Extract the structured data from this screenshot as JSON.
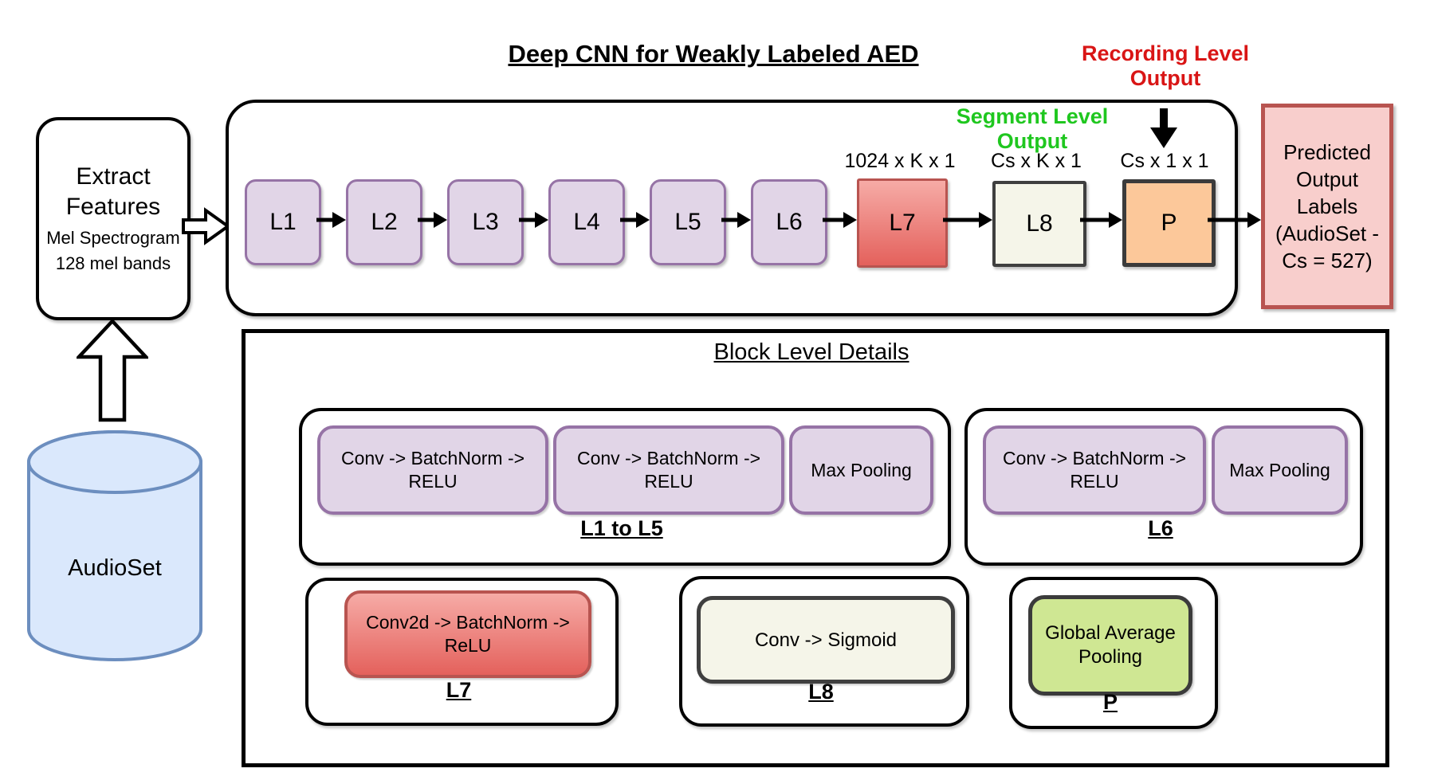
{
  "title": "Deep CNN for Weakly Labeled AED",
  "extract": {
    "line1": "Extract",
    "line2": "Features",
    "sub1": "Mel Spectrogram",
    "sub2": "128 mel bands"
  },
  "audioset": {
    "label": "AudioSet"
  },
  "pipeline": {
    "layers": [
      {
        "label": "L1"
      },
      {
        "label": "L2"
      },
      {
        "label": "L3"
      },
      {
        "label": "L4"
      },
      {
        "label": "L5"
      },
      {
        "label": "L6"
      },
      {
        "label": "L7",
        "dim": "1024 x K x 1"
      },
      {
        "label": "L8",
        "dim": "Cs x K x 1"
      },
      {
        "label": "P",
        "dim": "Cs x 1 x 1"
      }
    ],
    "annotations": {
      "segment": {
        "lines": [
          "Segment Level",
          "Output"
        ],
        "color": "#1fc71f"
      },
      "recording": {
        "lines": [
          "Recording Level",
          "Output"
        ],
        "color": "#d91515"
      }
    }
  },
  "predicted": {
    "lines": [
      "Predicted",
      "Output",
      "Labels",
      "(AudioSet -",
      "Cs = 527)"
    ]
  },
  "block_details": {
    "title": "Block Level Details",
    "groups": [
      {
        "label": "L1 to L5",
        "chips": [
          {
            "lines": [
              "Conv -> BatchNorm ->",
              "RELU"
            ]
          },
          {
            "lines": [
              "Conv -> BatchNorm ->",
              "RELU"
            ]
          },
          {
            "lines": [
              "Max Pooling"
            ]
          }
        ]
      },
      {
        "label": "L6",
        "chips": [
          {
            "lines": [
              "Conv -> BatchNorm ->",
              "RELU"
            ]
          },
          {
            "lines": [
              "Max Pooling"
            ]
          }
        ]
      },
      {
        "label": "L7",
        "chips": [
          {
            "lines": [
              "Conv2d -> BatchNorm ->",
              "ReLU"
            ]
          }
        ]
      },
      {
        "label": "L8",
        "chips": [
          {
            "lines": [
              "Conv -> Sigmoid"
            ]
          }
        ]
      },
      {
        "label": "P",
        "chips": [
          {
            "lines": [
              "Global Average",
              "Pooling"
            ]
          }
        ]
      }
    ]
  },
  "colors": {
    "purple_fill": "#e1d5e7",
    "purple_border": "#9673a6",
    "blue_fill": "#dae8fc",
    "blue_border": "#6c8ebf",
    "red_fill_top": "#f6aba6",
    "red_fill_bottom": "#e4615c",
    "red_border": "#b85450",
    "cream_fill": "#f5f5e9",
    "orange_fill": "#fcc89a",
    "pink_fill": "#f8cecc",
    "green_chip_fill": "#cfe793",
    "segment_label_green": "#1fc71f",
    "recording_label_red": "#d91515"
  }
}
